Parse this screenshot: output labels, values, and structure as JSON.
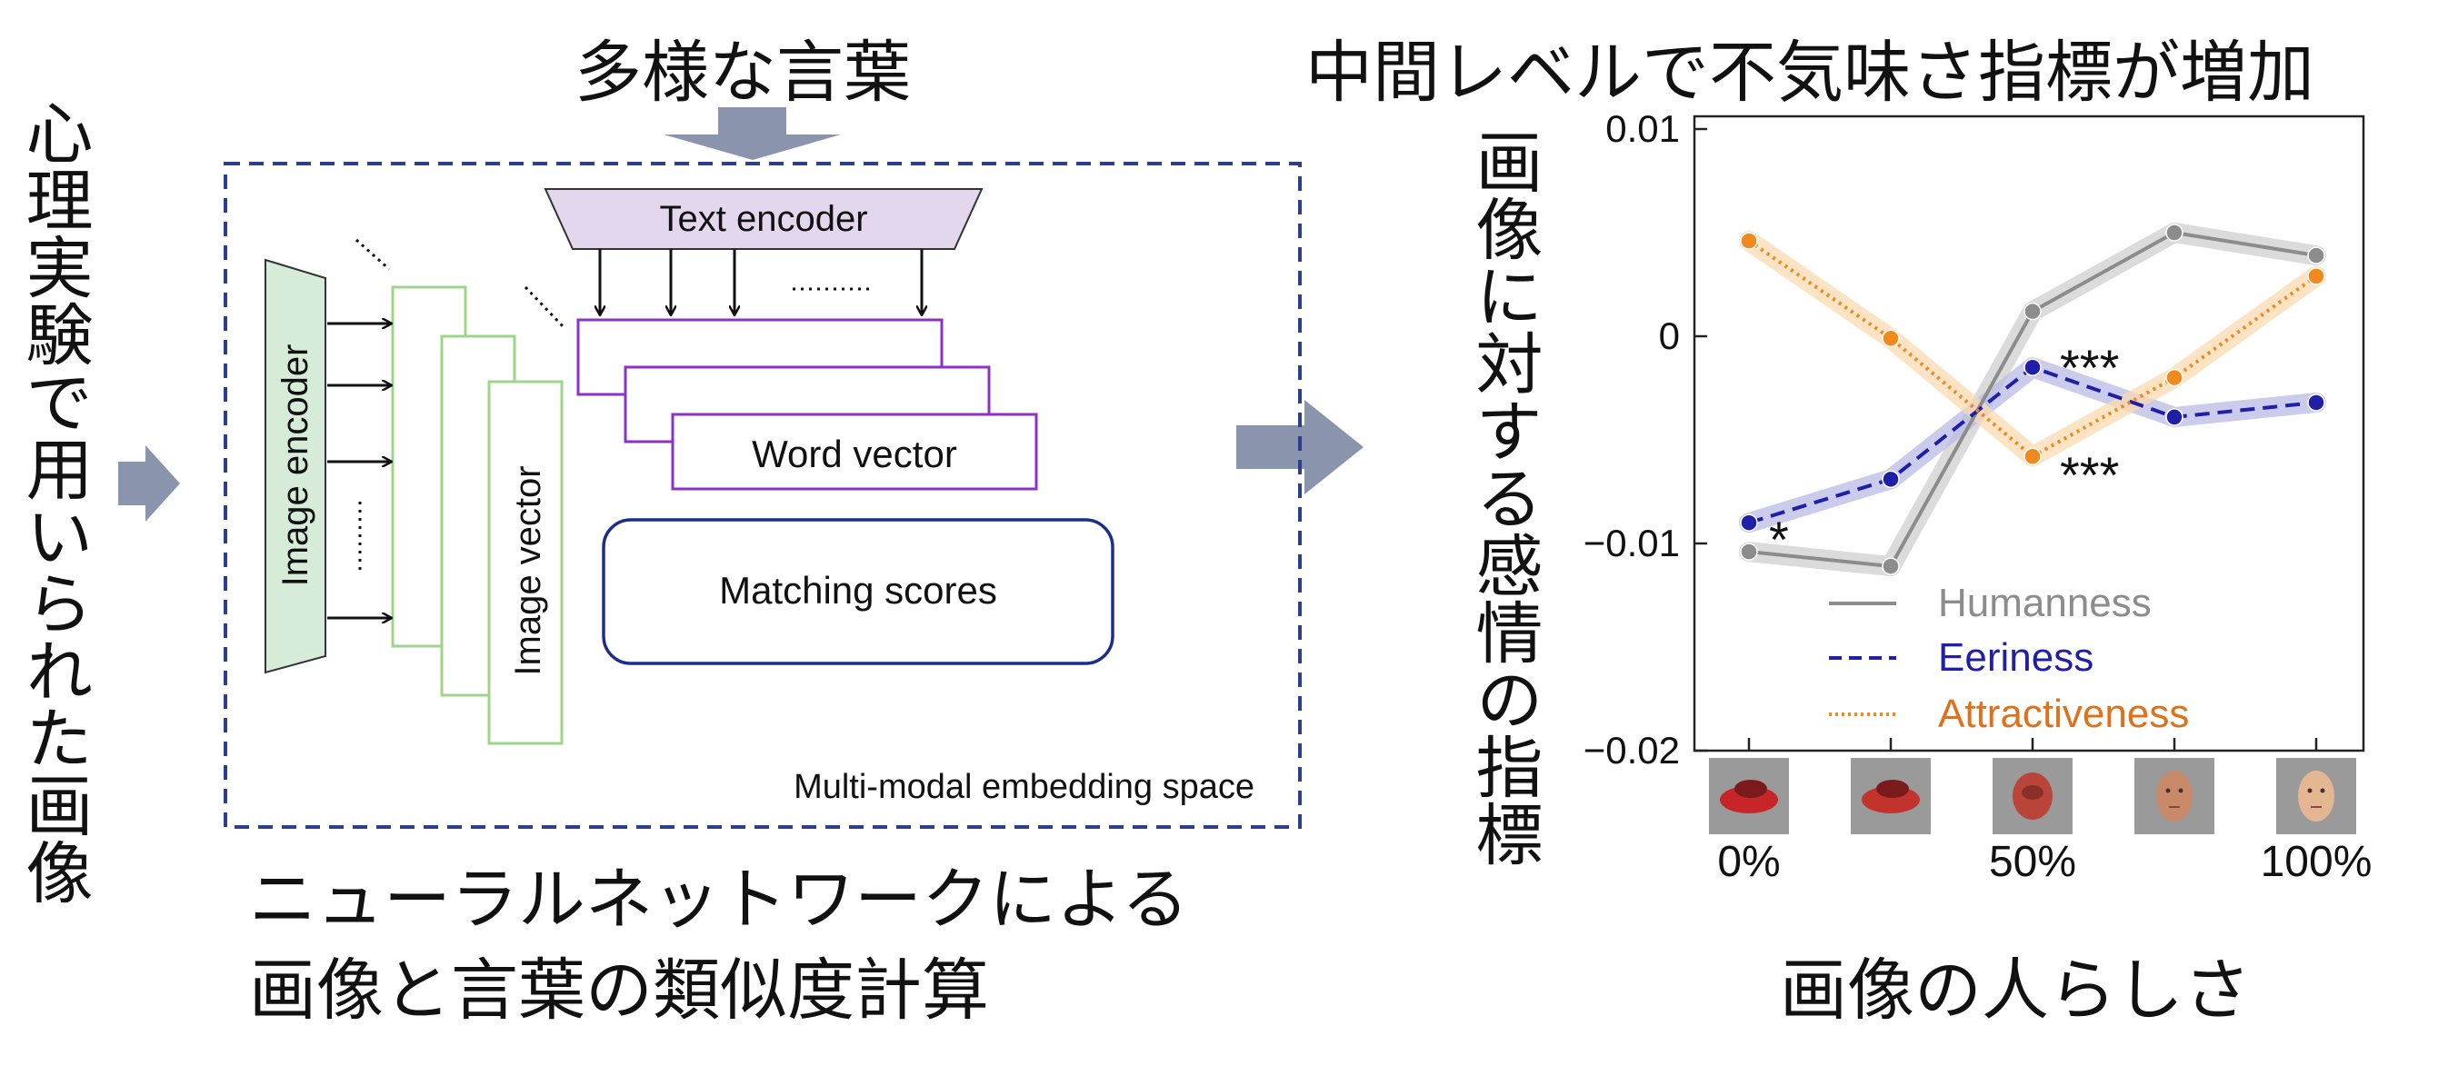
{
  "labels": {
    "left_vertical": "心理実験で用いられた画像",
    "top_center": "多様な言葉",
    "top_right": "中間レベルで不気味さ指標が増加",
    "bottom_caption_line1": "ニューラルネットワークによる",
    "bottom_caption_line2": "画像と言葉の類似度計算",
    "right_vertical": "画像に対する感情の指標",
    "x_axis_caption": "画像の人らしさ"
  },
  "diagram": {
    "text_encoder": "Text encoder",
    "image_encoder": "Image encoder",
    "image_vector": "Image vector",
    "word_vector": "Word vector",
    "matching_scores": "Matching scores",
    "embedding_space": "Multi-modal embedding space"
  },
  "colors": {
    "text_encoder_fill": "#e3d7ee",
    "image_encoder_fill": "#d6ecd8",
    "image_vector_stroke": "#9fd58a",
    "word_vector_stroke": "#8a33c4",
    "matching_stroke": "#1c2e8c",
    "dashed_border": "#2b3f8c",
    "arrow_gray": "#8a94ad",
    "humanness": "#8c8c8c",
    "eeriness": "#1f1fa8",
    "attractiveness": "#f08a1e"
  },
  "chart_data": {
    "type": "line",
    "x": [
      "0%",
      "25%",
      "50%",
      "75%",
      "100%"
    ],
    "x_tick_labels": [
      "0%",
      "50%",
      "100%"
    ],
    "y_ticks": [
      0.01,
      0,
      -0.01,
      -0.02
    ],
    "y_tick_labels": [
      "0.01",
      "0",
      "−0.01",
      "−0.02"
    ],
    "ylim": [
      -0.02,
      0.01
    ],
    "series": [
      {
        "name": "Humanness",
        "style": "solid",
        "color": "#8c8c8c",
        "values": [
          -0.0104,
          -0.0111,
          0.0012,
          0.005,
          0.0039
        ]
      },
      {
        "name": "Eeriness",
        "style": "dashed",
        "color": "#1f1fa8",
        "values": [
          -0.009,
          -0.0069,
          -0.0015,
          -0.0039,
          -0.0032
        ]
      },
      {
        "name": "Attractiveness",
        "style": "dotted",
        "color": "#f08a1e",
        "values": [
          0.0046,
          -0.0001,
          -0.0058,
          -0.002,
          0.0029
        ]
      }
    ],
    "annotations": [
      {
        "text": "*",
        "series": "Eeriness",
        "at": "0%"
      },
      {
        "text": "***",
        "series": "Eeriness",
        "at": "50%"
      },
      {
        "text": "***",
        "series": "Attractiveness",
        "at": "50%"
      }
    ],
    "thumbnails": [
      "car-image",
      "car-image",
      "car-face-morph-image",
      "face-morph-image",
      "face-image"
    ]
  }
}
